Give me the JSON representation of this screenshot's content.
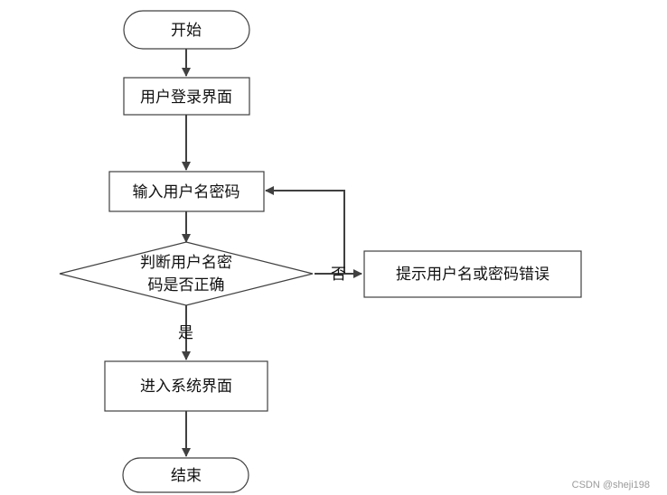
{
  "flowchart": {
    "start": "开始",
    "login_page": "用户登录界面",
    "input_credentials": "输入用户名密码",
    "check_line1": "判断用户名密",
    "check_line2": "码是否正确",
    "error_prompt": "提示用户名或密码错误",
    "enter_system": "进入系统界面",
    "end": "结束",
    "label_no": "否",
    "label_yes": "是"
  },
  "watermark": "CSDN @sheji198",
  "colors": {
    "stroke": "#404040",
    "text": "#111111",
    "watermark": "#9a9a9a"
  }
}
